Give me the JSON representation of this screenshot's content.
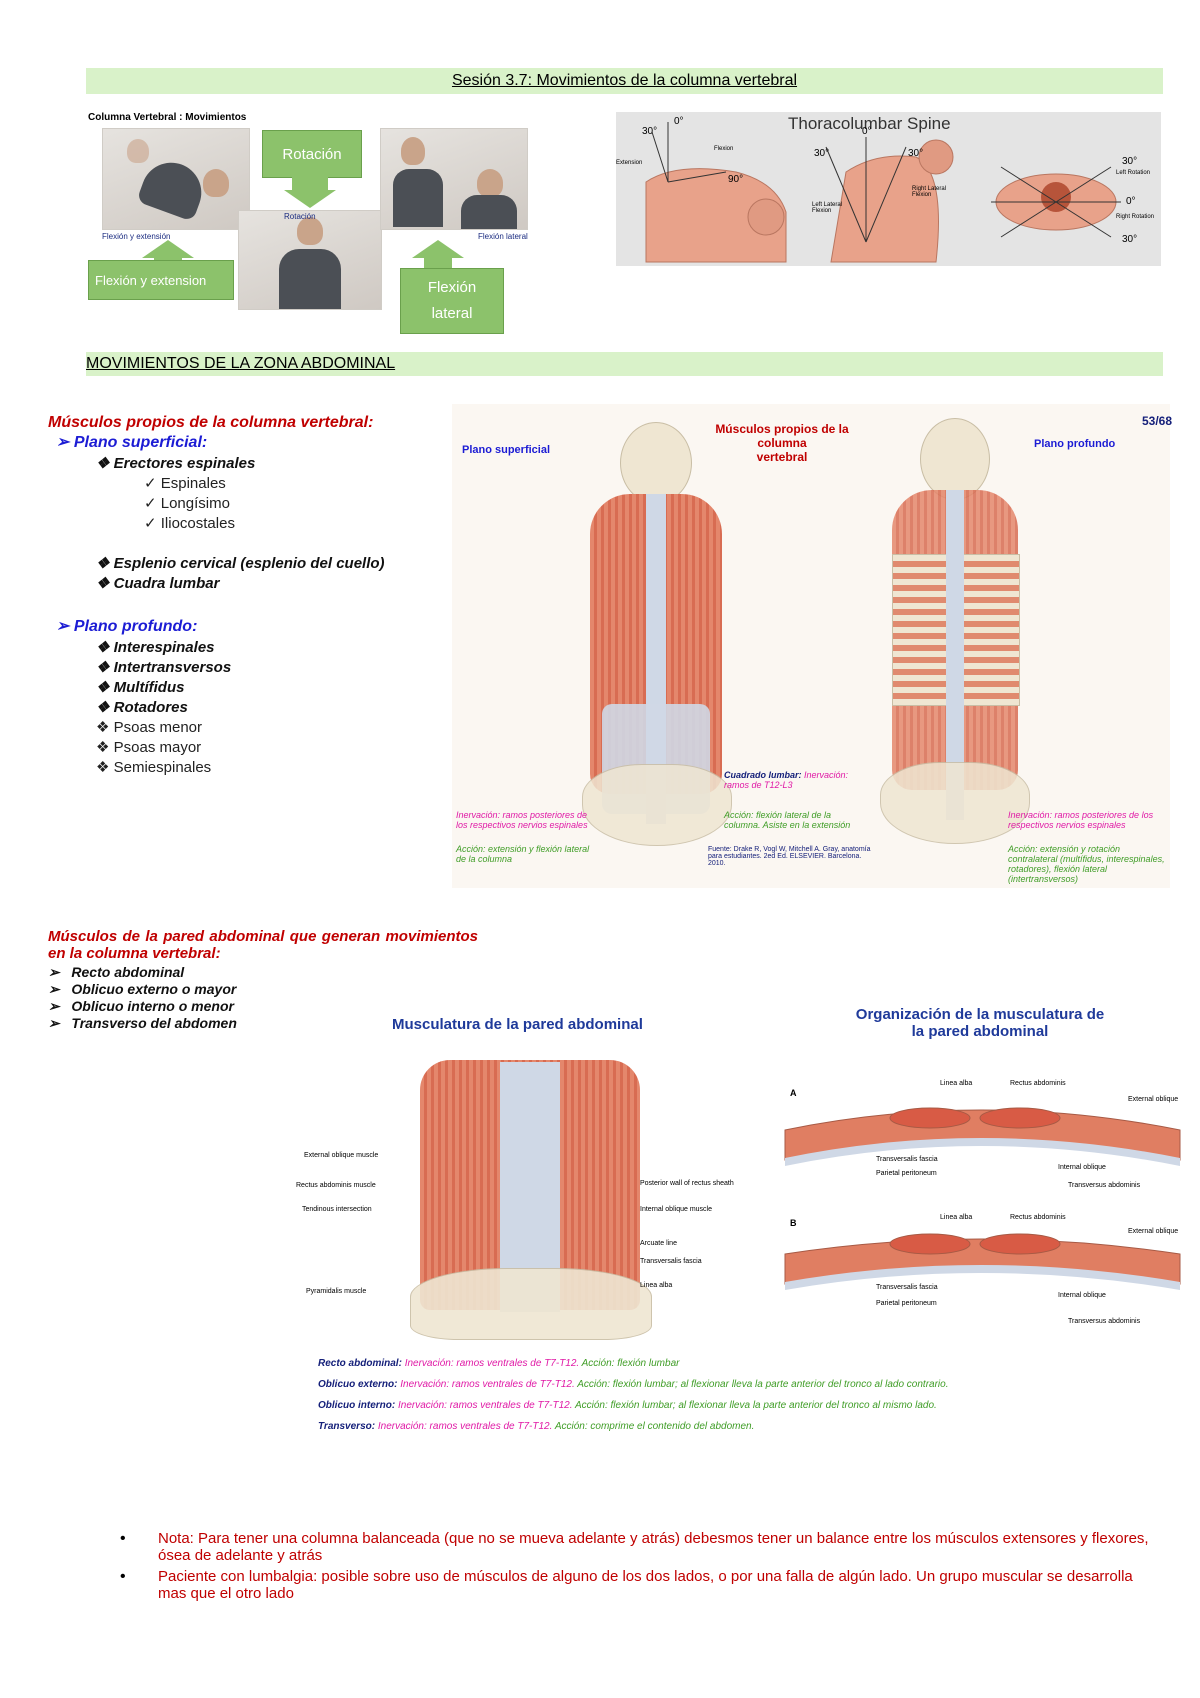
{
  "header": {
    "session_title": "Sesión 3.7: Movimientos de la columna vertebral",
    "section_title": "MOVIMIENTOS DE LA ZONA ABDOMINAL"
  },
  "movements_panel": {
    "caption": "Columna Vertebral : Movimientos",
    "boxes": {
      "rotacion": "Rotación",
      "flexion_extension": "Flexión y extension",
      "flexion_lateral_1": "Flexión",
      "flexion_lateral_2": "lateral"
    },
    "tiny_labels": {
      "flexion_small": "Flexión y extensión",
      "rotation_small": "Rotación",
      "lateral_small": "Flexión lateral"
    }
  },
  "thoracolumbar": {
    "title": "Thoracolumbar Spine",
    "angles": [
      "30°",
      "0°",
      "90°",
      "30°",
      "0°",
      "30°",
      "30°",
      "0°",
      "30°"
    ],
    "labels": [
      "Extension",
      "Flexion",
      "Left Lateral Flexion",
      "Right Lateral Flexion",
      "Left Rotation",
      "Right Rotation"
    ]
  },
  "spine_muscles": {
    "heading": "Músculos propios de la columna vertebral:",
    "superficial_label": "Plano superficial:",
    "erectores": "Erectores espinales",
    "erectores_sub": [
      "Espinales",
      "Longísimo",
      "Iliocostales"
    ],
    "extra_superficial": [
      "Esplenio cervical (esplenio del cuello)",
      "Cuadra lumbar"
    ],
    "profundo_label": "Plano profundo:",
    "profundo_bold": [
      "Interespinales",
      "Intertransversos",
      "Multífidus",
      "Rotadores"
    ],
    "profundo_plain": [
      "Psoas menor",
      "Psoas mayor",
      "Semiespinales"
    ]
  },
  "back_figure": {
    "title_1": "Músculos propios de la columna",
    "title_2": "vertebral",
    "page": "53/68",
    "left_label": "Plano superficial",
    "right_label": "Plano profundo",
    "cuadrado": "Cuadrado lumbar:",
    "cuadrado_inerv": "Inervación: ramos de T12-L3",
    "cuadrado_accion": "Acción: flexión lateral de la columna. Asiste en la extensión",
    "left_inerv": "Inervación: ramos posteriores de los respectivos nervios espinales",
    "left_accion": "Acción: extensión y flexión lateral de la columna",
    "right_inerv": "Inervación: ramos posteriores de los respectivos nervios espinales",
    "right_accion": "Acción: extensión y rotación contralateral (multífidus, interespinales, rotadores), flexión lateral (intertransversos)",
    "source": "Fuente: Drake R, Vogl W, Mitchell A. Gray, anatomía para estudiantes. 2ed Ed. ELSEVIER. Barcelona. 2010."
  },
  "abdominal_muscles": {
    "heading": "Músculos de la pared abdominal que generan movimientos en la columna vertebral:",
    "items": [
      "Recto abdominal",
      "Oblicuo externo o mayor",
      "Oblicuo interno o menor",
      "Transverso del abdomen"
    ]
  },
  "abdominal_figure": {
    "title": "Musculatura de la pared abdominal",
    "left_labels": [
      "External oblique muscle",
      "Rectus abdominis muscle",
      "Tendinous intersection",
      "Pyramidalis muscle"
    ],
    "right_labels": [
      "Posterior wall of rectus sheath",
      "Internal oblique muscle",
      "Arcuate line",
      "Transversalis fascia",
      "Linea alba"
    ]
  },
  "organization_figure": {
    "title_1": "Organización de la musculatura de",
    "title_2": "la pared abdominal",
    "a": "A",
    "b": "B",
    "labels_a": [
      "Linea alba",
      "Rectus abdominis",
      "External oblique",
      "Transversalis fascia",
      "Parietal peritoneum",
      "Internal oblique",
      "Transversus abdominis"
    ],
    "labels_b": [
      "Linea alba",
      "Rectus abdominis",
      "External oblique",
      "Transversalis fascia",
      "Parietal peritoneum",
      "Internal oblique",
      "Transversus abdominis"
    ]
  },
  "abdominal_notes": [
    {
      "name": "Recto abdominal:",
      "inerv": "Inervación: ramos ventrales de T7-T12.",
      "accion": "Acción: flexión lumbar"
    },
    {
      "name": "Oblicuo externo:",
      "inerv": "Inervación: ramos ventrales de T7-T12.",
      "accion": "Acción: flexión lumbar; al flexionar lleva la parte anterior del tronco al lado contrario."
    },
    {
      "name": "Oblicuo interno:",
      "inerv": "Inervación: ramos ventrales de T7-T12.",
      "accion": "Acción: flexión lumbar; al flexionar lleva la parte anterior del tronco al mismo lado."
    },
    {
      "name": "Transverso:",
      "inerv": "Inervación: ramos ventrales de T7-T12.",
      "accion": "Acción: comprime el contenido del abdomen."
    }
  ],
  "bullets": [
    "Nota: Para tener una columna balanceada (que no se mueva adelante y atrás) debesmos tener un balance entre los músculos extensores y flexores, ósea de adelante y atrás",
    "Paciente con lumbalgia: posible sobre uso de músculos de alguno de los dos lados, o por una falla de algún lado. Un grupo muscular se desarrolla mas que el otro lado"
  ],
  "colors": {
    "band": "#d9f2c9",
    "accent_red": "#c00000",
    "accent_blue": "#1c1cd4",
    "box_green": "#8cc26b"
  }
}
